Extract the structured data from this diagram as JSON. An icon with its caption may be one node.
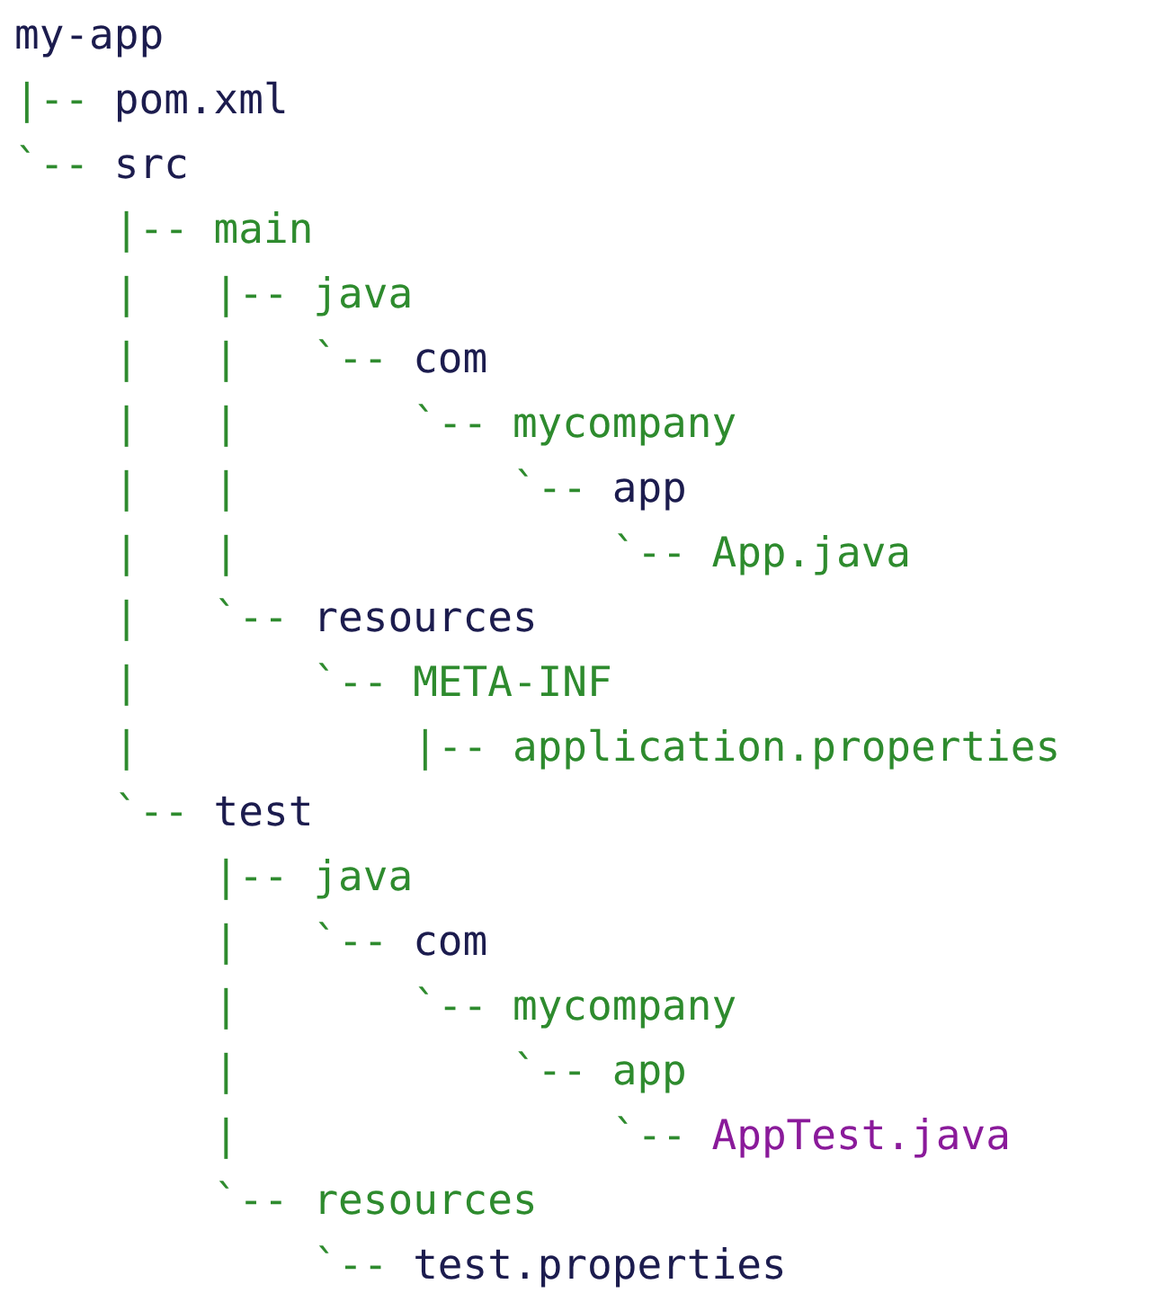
{
  "diagram": {
    "labels": [
      "my-app",
      "|-- pom.xml",
      "`-- src",
      "|-- main",
      "|   |-- java",
      "|   |   `-- com",
      "|   |       `-- mycompany",
      "|   |           `-- app",
      "|   |               `-- App.java",
      "|   `-- resources",
      "|       `-- META-INF",
      "|           |-- application.properties",
      "`-- test",
      "|-- java",
      "|   `-- com",
      "|       `-- mycompany",
      "|           `-- app",
      "|               `-- AppTest.java",
      "`-- resources",
      "`-- test.properties"
    ]
  }
}
